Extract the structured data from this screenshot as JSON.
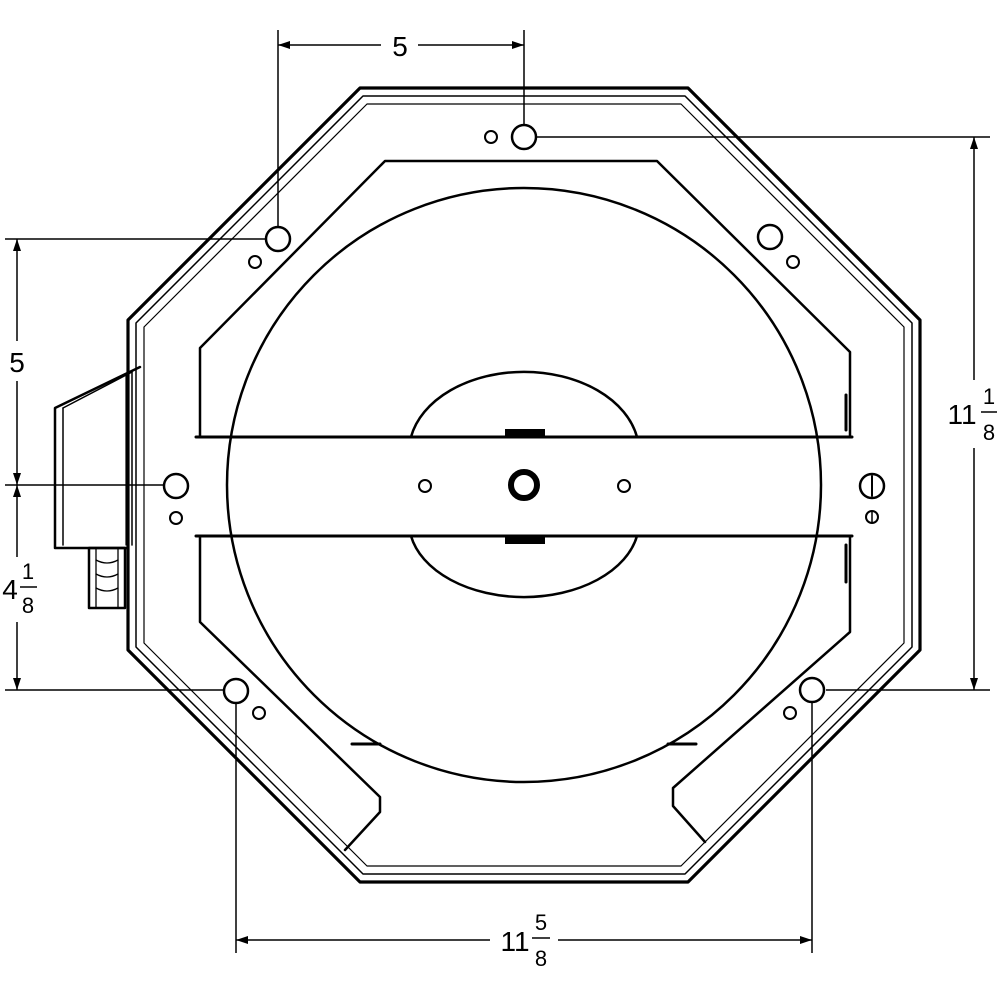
{
  "dimensions": {
    "top_spacing": {
      "label": "5"
    },
    "left_upper": {
      "label": "5"
    },
    "left_lower": {
      "whole": "4",
      "numerator": "1",
      "denominator": "8"
    },
    "right_overall": {
      "whole": "11",
      "numerator": "1",
      "denominator": "8"
    },
    "bottom_overall": {
      "whole": "11",
      "numerator": "5",
      "denominator": "8"
    }
  },
  "colors": {
    "line": "#000000",
    "background": "#ffffff"
  }
}
